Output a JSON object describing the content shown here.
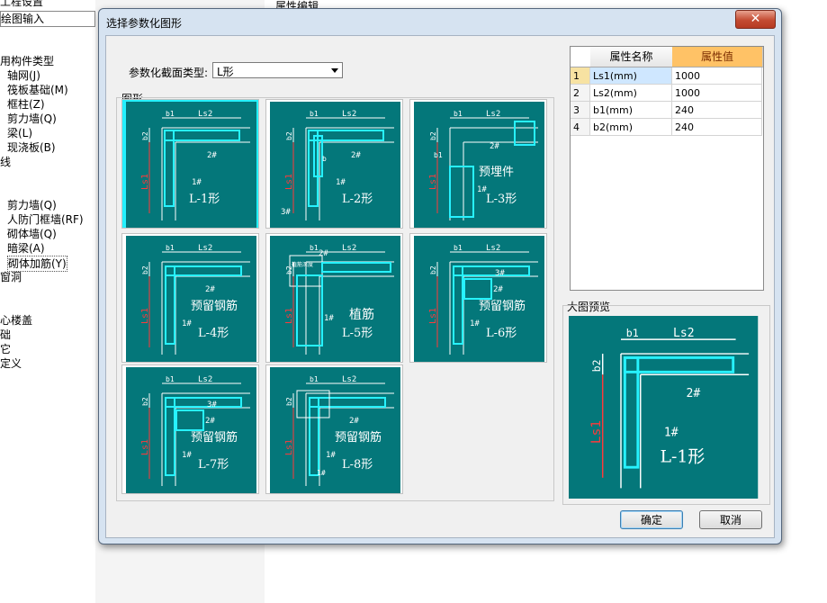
{
  "background": {
    "tree_items": [
      "工程设置",
      "绘图输入",
      "",
      "用构件类型",
      "轴网(J)",
      "筏板基础(M)",
      "框柱(Z)",
      "剪力墙(Q)",
      "梁(L)",
      "现浇板(B)",
      "线",
      "",
      "",
      "剪力墙(Q)",
      "人防门框墙(RF)",
      "砌体墙(Q)",
      "暗梁(A)",
      "砌体加筋(Y)",
      "窗洞",
      "",
      "",
      "心楼盖",
      "础",
      "它",
      "定义"
    ],
    "attr_edit_title": "属性编辑"
  },
  "dialog": {
    "title": "选择参数化图形",
    "close_label": "✕",
    "section_type_label": "参数化截面类型:",
    "section_type_value": "L形",
    "group_label": "图形",
    "preview_label": "大图预览",
    "ok_label": "确定",
    "cancel_label": "取消"
  },
  "shapes": [
    {
      "label": "L-1形",
      "extra": ""
    },
    {
      "label": "L-2形",
      "extra": ""
    },
    {
      "label": "L-3形",
      "extra": "预埋件"
    },
    {
      "label": "L-4形",
      "extra": "预留钢筋"
    },
    {
      "label": "L-5形",
      "extra": "植筋"
    },
    {
      "label": "L-6形",
      "extra": "预留钢筋"
    },
    {
      "label": "L-7形",
      "extra": "预留钢筋"
    },
    {
      "label": "L-8形",
      "extra": "预留钢筋"
    }
  ],
  "drawing_labels": {
    "b1": "b1",
    "b2": "b2",
    "ls1": "Ls1",
    "ls2": "Ls2",
    "bar1": "1#",
    "bar2": "2#",
    "bar3": "3#",
    "b": "b",
    "anchor_depth": "植筋深度"
  },
  "properties": {
    "col_name": "属性名称",
    "col_value": "属性值",
    "rows": [
      {
        "index": "1",
        "name": "Ls1(mm)",
        "value": "1000"
      },
      {
        "index": "2",
        "name": "Ls2(mm)",
        "value": "1000"
      },
      {
        "index": "3",
        "name": "b1(mm)",
        "value": "240"
      },
      {
        "index": "4",
        "name": "b2(mm)",
        "value": "240"
      }
    ]
  },
  "colors": {
    "tile_bg": "#04777a",
    "cyan": "#27f2ff",
    "dim": "#ffffff",
    "red_dim": "#ff3a3a",
    "selected": "#25f1ff",
    "header_value_bg": "#ffc266"
  }
}
